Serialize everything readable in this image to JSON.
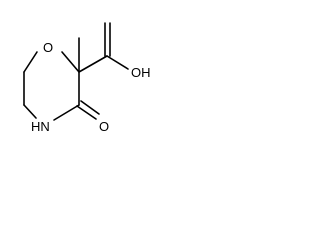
{
  "molecule": {
    "atoms": {
      "ring_oxygen": "O",
      "ring_nitrogen": "HN",
      "carbonyl_oxygen": "O",
      "hydroxyl": "OH"
    },
    "colors": {
      "bond": "#000000",
      "label": "#000000",
      "background": "#ffffff"
    }
  }
}
